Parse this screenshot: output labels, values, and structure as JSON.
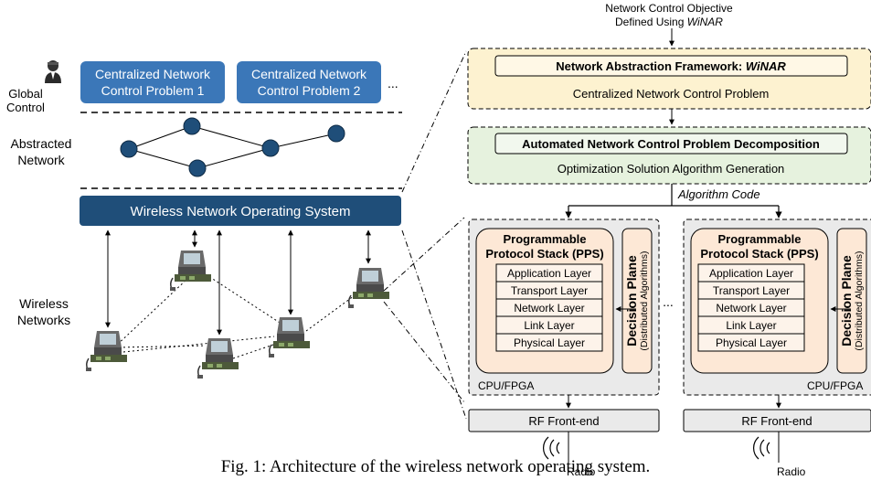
{
  "top_note": {
    "line1": "Network Control Objective",
    "line2_prefix": "Defined Using ",
    "line2_emph": "WiNAR"
  },
  "left": {
    "global_control": [
      "Global",
      "Control"
    ],
    "problem1": [
      "Centralized Network",
      "Control Problem 1"
    ],
    "problem2": [
      "Centralized Network",
      "Control Problem 2"
    ],
    "ellipsis": "...",
    "abstracted_network": [
      "Abstracted",
      "Network"
    ],
    "wnos": "Wireless Network Operating System",
    "wireless_networks": [
      "Wireless",
      "Networks"
    ]
  },
  "framework": {
    "title_prefix": "Network Abstraction Framework: ",
    "title_emph": "WiNAR",
    "subtitle": "Centralized Network Control Problem"
  },
  "decomposition": {
    "title": "Automated Network Control Problem Decomposition",
    "subtitle": "Optimization Solution Algorithm Generation"
  },
  "algorithm_code": "Algorithm Code",
  "pps": {
    "title": [
      "Programmable",
      "Protocol Stack (PPS)"
    ],
    "layers": [
      "Application Layer",
      "Transport Layer",
      "Network Layer",
      "Link Layer",
      "Physical Layer"
    ],
    "decision_plane": "Decision Plane",
    "decision_sub": "(Distributed Algorithms)",
    "cpu": "CPU/FPGA",
    "rf": "RF Front-end",
    "radio": "Radio"
  },
  "middle_ellipsis": "...",
  "caption": "Fig. 1: Architecture of the wireless network operating system.",
  "colors": {
    "problem_box": "#3b77b8",
    "wnos_bar": "#1f4e79",
    "node": "#1f4e79",
    "framework_fill": "#fdf2d0",
    "decomp_fill": "#e6f2de",
    "unit_fill": "#eaeaea",
    "pps_fill": "#fde8d6"
  },
  "icons": [
    "user-icon",
    "laptop-node-icon",
    "radio-wave-icon",
    "antenna-icon"
  ]
}
